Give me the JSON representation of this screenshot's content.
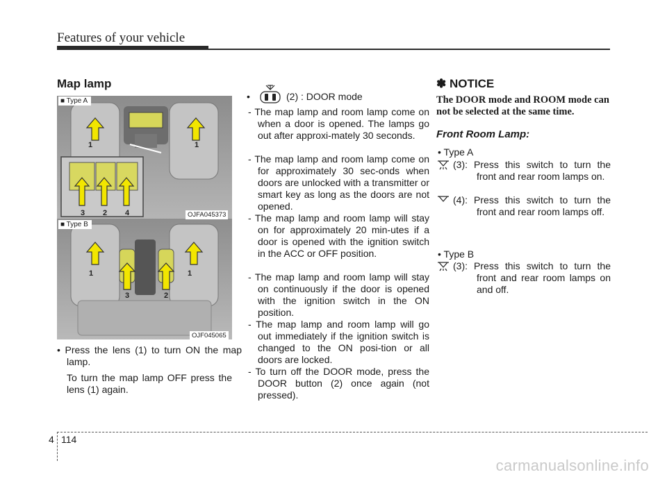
{
  "header": {
    "title": "Features of your vehicle"
  },
  "left": {
    "section_title": "Map lamp",
    "image_a": {
      "type_label": "■ Type A",
      "code": "OJFA045373",
      "callouts": [
        "1",
        "1",
        "3",
        "2",
        "4"
      ]
    },
    "image_b": {
      "type_label": "■ Type B",
      "code": "OJF045065",
      "callouts": [
        "1",
        "1",
        "3",
        "2"
      ]
    },
    "bullet": "• Press the lens (1) to turn ON the map lamp.",
    "bullet_cont": "To turn the map lamp OFF press the lens (1) again."
  },
  "middle": {
    "door_mode_label": "(2) : DOOR mode",
    "items": [
      "- The map lamp and room lamp come on when a door is opened. The lamps go out after approxi-mately 30 seconds.",
      "- The map lamp and room lamp come on for approximately 30 sec-onds when doors are unlocked with a transmitter or smart key as long as the doors are not opened.",
      "- The map lamp and room lamp will stay on for approximately 20 min-utes if a door is opened with the ignition switch in the ACC or OFF position.",
      "- The map lamp and room lamp will stay on continuously if the door is opened with the ignition switch in the ON position.",
      "- The map lamp and room lamp will go out immediately if the ignition switch is changed to the ON posi-tion or all doors are locked.",
      "- To turn off the DOOR mode, press the DOOR button (2) once again (not pressed)."
    ]
  },
  "right": {
    "notice_title": "✽ NOTICE",
    "notice_text": "The DOOR mode and ROOM mode can not be selected at the same time.",
    "front_title": "Front Room Lamp:",
    "type_a": "• Type A",
    "type_a_3": "(3): Press this switch to turn the front and rear room lamps on.",
    "type_a_4": "(4): Press this switch to turn the front and rear room lamps off.",
    "type_b": "• Type B",
    "type_b_3": "(3): Press this switch to turn the front and rear room lamps on and off."
  },
  "footer": {
    "chapter": "4",
    "page": "114"
  },
  "watermark": "carmanualsonline.info",
  "colors": {
    "callout_arrow": "#f2e600",
    "lamp_lens": "#d8d860",
    "bar": "#2a2a2a"
  }
}
